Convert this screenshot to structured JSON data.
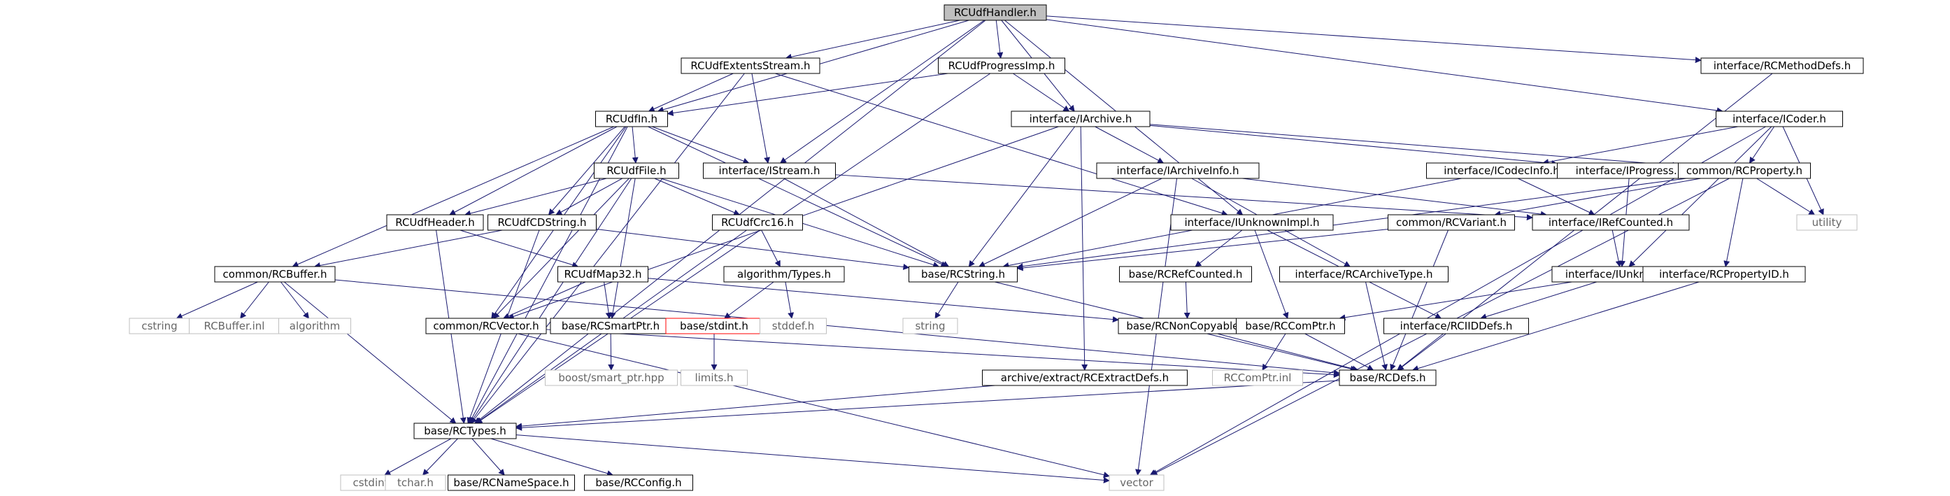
{
  "colors": {
    "node_border": "#000000",
    "root_fill": "#bfbfbf",
    "missing_border": "#bfbfbf",
    "missing_text": "#666666",
    "undocumented_border": "#ff0000",
    "edge": "#191970",
    "background": "#ffffff"
  },
  "nodes": [
    {
      "id": "root",
      "label": "RCUdfHandler.h",
      "style": "root"
    },
    {
      "id": "extents",
      "label": "RCUdfExtentsStream.h",
      "style": "normal"
    },
    {
      "id": "progressimp",
      "label": "RCUdfProgressImp.h",
      "style": "normal"
    },
    {
      "id": "methoddefs",
      "label": "interface/RCMethodDefs.h",
      "style": "normal"
    },
    {
      "id": "udfin",
      "label": "RCUdfIn.h",
      "style": "normal"
    },
    {
      "id": "iarchive",
      "label": "interface/IArchive.h",
      "style": "normal"
    },
    {
      "id": "icoder",
      "label": "interface/ICoder.h",
      "style": "normal"
    },
    {
      "id": "udffile",
      "label": "RCUdfFile.h",
      "style": "normal"
    },
    {
      "id": "istream",
      "label": "interface/IStream.h",
      "style": "normal"
    },
    {
      "id": "iarchiveinfo",
      "label": "interface/IArchiveInfo.h",
      "style": "normal"
    },
    {
      "id": "icodecinfo",
      "label": "interface/ICodecInfo.h",
      "style": "normal"
    },
    {
      "id": "iprogress",
      "label": "interface/IProgress.h",
      "style": "normal"
    },
    {
      "id": "rcproperty",
      "label": "common/RCProperty.h",
      "style": "normal"
    },
    {
      "id": "udfheader",
      "label": "RCUdfHeader.h",
      "style": "normal"
    },
    {
      "id": "udfcdstring",
      "label": "RCUdfCDString.h",
      "style": "normal"
    },
    {
      "id": "udfcrc16",
      "label": "RCUdfCrc16.h",
      "style": "normal"
    },
    {
      "id": "iunknownimpl",
      "label": "interface/IUnknownImpl.h",
      "style": "normal"
    },
    {
      "id": "rcvariant",
      "label": "common/RCVariant.h",
      "style": "normal"
    },
    {
      "id": "irefcounted",
      "label": "interface/IRefCounted.h",
      "style": "normal"
    },
    {
      "id": "utility",
      "label": "utility",
      "style": "missing"
    },
    {
      "id": "rcbuffer",
      "label": "common/RCBuffer.h",
      "style": "normal"
    },
    {
      "id": "udfmap32",
      "label": "RCUdfMap32.h",
      "style": "normal"
    },
    {
      "id": "algotypes",
      "label": "algorithm/Types.h",
      "style": "normal"
    },
    {
      "id": "rcstring",
      "label": "base/RCString.h",
      "style": "normal"
    },
    {
      "id": "rcrefcounted",
      "label": "base/RCRefCounted.h",
      "style": "normal"
    },
    {
      "id": "rcarchivetype",
      "label": "interface/RCArchiveType.h",
      "style": "normal"
    },
    {
      "id": "iunknown",
      "label": "interface/IUnknown.h",
      "style": "normal"
    },
    {
      "id": "rcpropertyid",
      "label": "interface/RCPropertyID.h",
      "style": "normal"
    },
    {
      "id": "cstring",
      "label": "cstring",
      "style": "missing"
    },
    {
      "id": "rcbufferinl",
      "label": "RCBuffer.inl",
      "style": "missing"
    },
    {
      "id": "algorithm",
      "label": "algorithm",
      "style": "missing"
    },
    {
      "id": "rcvector",
      "label": "common/RCVector.h",
      "style": "normal"
    },
    {
      "id": "rcsmartptr",
      "label": "base/RCSmartPtr.h",
      "style": "normal"
    },
    {
      "id": "stdint",
      "label": "base/stdint.h",
      "style": "undocumented"
    },
    {
      "id": "stddef",
      "label": "stddef.h",
      "style": "missing"
    },
    {
      "id": "string",
      "label": "string",
      "style": "missing"
    },
    {
      "id": "rcnoncopyable",
      "label": "base/RCNonCopyable.h",
      "style": "normal"
    },
    {
      "id": "rccomptr",
      "label": "base/RCComPtr.h",
      "style": "normal"
    },
    {
      "id": "rciiddefs",
      "label": "interface/RCIIDDefs.h",
      "style": "normal"
    },
    {
      "id": "boostptr",
      "label": "boost/smart_ptr.hpp",
      "style": "missing"
    },
    {
      "id": "limits",
      "label": "limits.h",
      "style": "missing"
    },
    {
      "id": "rcextractdefs",
      "label": "archive/extract/RCExtractDefs.h",
      "style": "normal"
    },
    {
      "id": "rccomptrinl",
      "label": "RCComPtr.inl",
      "style": "missing"
    },
    {
      "id": "rcdefs",
      "label": "base/RCDefs.h",
      "style": "normal"
    },
    {
      "id": "rctypes",
      "label": "base/RCTypes.h",
      "style": "normal"
    },
    {
      "id": "cstdint",
      "label": "cstdint",
      "style": "missing"
    },
    {
      "id": "tchar",
      "label": "tchar.h",
      "style": "missing"
    },
    {
      "id": "rcnamespace",
      "label": "base/RCNameSpace.h",
      "style": "normal"
    },
    {
      "id": "rcconfig",
      "label": "base/RCConfig.h",
      "style": "normal"
    },
    {
      "id": "vector",
      "label": "vector",
      "style": "missing"
    }
  ],
  "edges": [
    [
      "root",
      "extents"
    ],
    [
      "root",
      "progressimp"
    ],
    [
      "root",
      "methoddefs"
    ],
    [
      "root",
      "udfin"
    ],
    [
      "root",
      "iarchive"
    ],
    [
      "root",
      "icoder"
    ],
    [
      "root",
      "istream"
    ],
    [
      "root",
      "iunknownimpl"
    ],
    [
      "root",
      "rctypes"
    ],
    [
      "extents",
      "udfin"
    ],
    [
      "extents",
      "istream"
    ],
    [
      "extents",
      "iunknownimpl"
    ],
    [
      "extents",
      "rctypes"
    ],
    [
      "progressimp",
      "udfin"
    ],
    [
      "progressimp",
      "iarchive"
    ],
    [
      "progressimp",
      "rctypes"
    ],
    [
      "methoddefs",
      "rcdefs"
    ],
    [
      "udfin",
      "udffile"
    ],
    [
      "udfin",
      "istream"
    ],
    [
      "udfin",
      "udfheader"
    ],
    [
      "udfin",
      "udfcdstring"
    ],
    [
      "udfin",
      "rcbuffer"
    ],
    [
      "udfin",
      "rcvector"
    ],
    [
      "udfin",
      "rcstring"
    ],
    [
      "udfin",
      "rctypes"
    ],
    [
      "iarchive",
      "iarchiveinfo"
    ],
    [
      "iarchive",
      "iprogress"
    ],
    [
      "iarchive",
      "rcproperty"
    ],
    [
      "iarchive",
      "rcvector"
    ],
    [
      "iarchive",
      "rcstring"
    ],
    [
      "iarchive",
      "rcextractdefs"
    ],
    [
      "icoder",
      "icodecinfo"
    ],
    [
      "icoder",
      "rcproperty"
    ],
    [
      "icoder",
      "iunknown"
    ],
    [
      "icoder",
      "utility"
    ],
    [
      "icoder",
      "vector"
    ],
    [
      "udffile",
      "udfheader"
    ],
    [
      "udffile",
      "udfcdstring"
    ],
    [
      "udffile",
      "udfcrc16"
    ],
    [
      "udffile",
      "rcvector"
    ],
    [
      "udffile",
      "rcsmartptr"
    ],
    [
      "udffile",
      "rcstring"
    ],
    [
      "udffile",
      "rctypes"
    ],
    [
      "istream",
      "rcstring"
    ],
    [
      "istream",
      "irefcounted"
    ],
    [
      "iarchiveinfo",
      "rcstring"
    ],
    [
      "iarchiveinfo",
      "rcarchivetype"
    ],
    [
      "iarchiveinfo",
      "irefcounted"
    ],
    [
      "iarchiveinfo",
      "vector"
    ],
    [
      "icodecinfo",
      "irefcounted"
    ],
    [
      "icodecinfo",
      "rcstring"
    ],
    [
      "iprogress",
      "iunknown"
    ],
    [
      "rcproperty",
      "rcvariant"
    ],
    [
      "rcproperty",
      "rcstring"
    ],
    [
      "rcproperty",
      "rcpropertyid"
    ],
    [
      "rcproperty",
      "utility"
    ],
    [
      "rcproperty",
      "vector"
    ],
    [
      "udfheader",
      "udfmap32"
    ],
    [
      "udfheader",
      "rctypes"
    ],
    [
      "udfcdstring",
      "rcbuffer"
    ],
    [
      "udfcdstring",
      "rcstring"
    ],
    [
      "udfcdstring",
      "rctypes"
    ],
    [
      "udfcrc16",
      "algotypes"
    ],
    [
      "udfcrc16",
      "rctypes"
    ],
    [
      "iunknownimpl",
      "rcrefcounted"
    ],
    [
      "iunknownimpl",
      "rccomptr"
    ],
    [
      "iunknownimpl",
      "rciiddefs"
    ],
    [
      "rcvariant",
      "rcstring"
    ],
    [
      "rcvariant",
      "rcdefs"
    ],
    [
      "irefcounted",
      "iunknown"
    ],
    [
      "rcbuffer",
      "cstring"
    ],
    [
      "rcbuffer",
      "rcbufferinl"
    ],
    [
      "rcbuffer",
      "algorithm"
    ],
    [
      "rcbuffer",
      "rcdefs"
    ],
    [
      "rcbuffer",
      "rctypes"
    ],
    [
      "udfmap32",
      "rcvector"
    ],
    [
      "udfmap32",
      "rcsmartptr"
    ],
    [
      "udfmap32",
      "rcnoncopyable"
    ],
    [
      "algotypes",
      "stdint"
    ],
    [
      "algotypes",
      "stddef"
    ],
    [
      "rcstring",
      "string"
    ],
    [
      "rcstring",
      "rcdefs"
    ],
    [
      "rcrefcounted",
      "rcnoncopyable"
    ],
    [
      "rcarchivetype",
      "rcdefs"
    ],
    [
      "iunknown",
      "rccomptr"
    ],
    [
      "iunknown",
      "rciiddefs"
    ],
    [
      "rcpropertyid",
      "rcdefs"
    ],
    [
      "rcvector",
      "rcdefs"
    ],
    [
      "rcvector",
      "vector"
    ],
    [
      "rcsmartptr",
      "boostptr"
    ],
    [
      "stdint",
      "limits"
    ],
    [
      "rcnoncopyable",
      "rcdefs"
    ],
    [
      "rccomptr",
      "rccomptrinl"
    ],
    [
      "rccomptr",
      "rcdefs"
    ],
    [
      "rciiddefs",
      "rcdefs"
    ],
    [
      "rcextractdefs",
      "rctypes"
    ],
    [
      "rcdefs",
      "rctypes"
    ],
    [
      "rctypes",
      "cstdint"
    ],
    [
      "rctypes",
      "tchar"
    ],
    [
      "rctypes",
      "rcnamespace"
    ],
    [
      "rctypes",
      "rcconfig"
    ],
    [
      "rctypes",
      "vector"
    ]
  ]
}
